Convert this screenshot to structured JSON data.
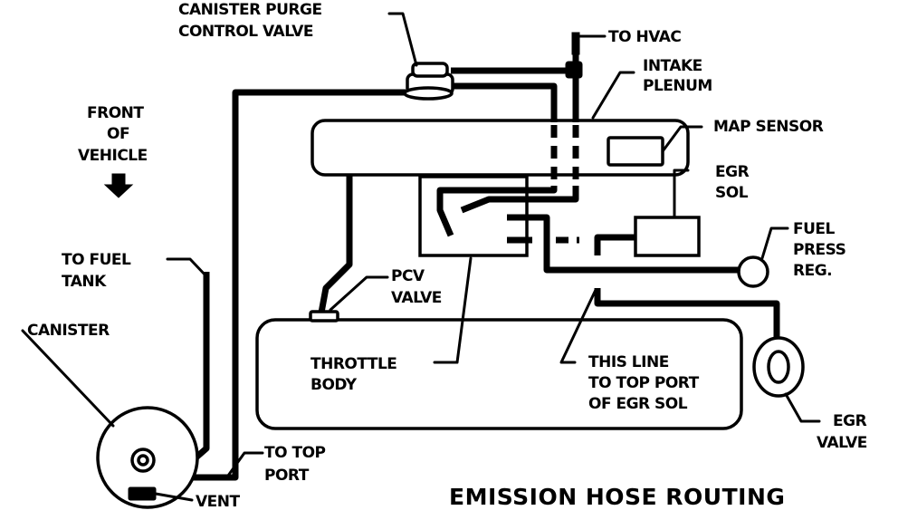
{
  "title": "EMISSION HOSE ROUTING",
  "labels": {
    "canister_purge_line1": "CANISTER PURGE",
    "canister_purge_line2": "CONTROL VALVE",
    "to_hvac": "TO HVAC",
    "intake_line1": "INTAKE",
    "intake_line2": "PLENUM",
    "map_sensor": "MAP SENSOR",
    "egr_sol_line1": "EGR",
    "egr_sol_line2": "SOL",
    "front_line1": "FRONT",
    "front_line2": "OF",
    "front_line3": "VEHICLE",
    "fuel_press_line1": "FUEL",
    "fuel_press_line2": "PRESS",
    "fuel_press_line3": "REG.",
    "to_fuel_line1": "TO FUEL",
    "to_fuel_line2": "TANK",
    "pcv_line1": "PCV",
    "pcv_line2": "VALVE",
    "canister": "CANISTER",
    "throttle_line1": "THROTTLE",
    "throttle_line2": "BODY",
    "this_line_line1": "THIS LINE",
    "this_line_line2": "TO TOP PORT",
    "this_line_line3": "OF EGR SOL",
    "egr_valve_line1": "EGR",
    "egr_valve_line2": "VALVE",
    "to_top_line1": "TO TOP",
    "to_top_line2": "PORT",
    "vent": "VENT"
  }
}
